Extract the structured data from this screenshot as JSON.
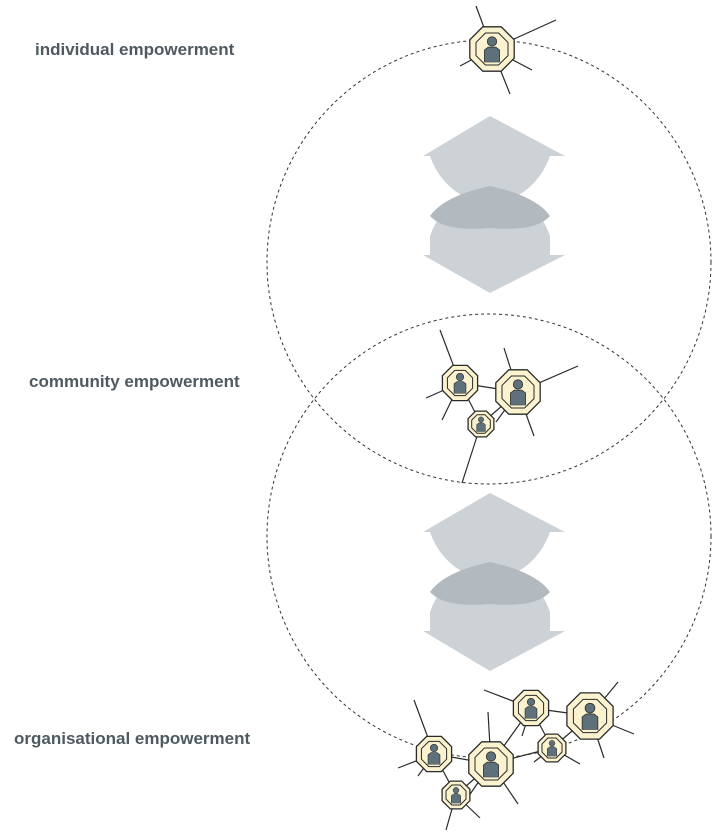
{
  "labels": {
    "individual": "individual empowerment",
    "community": "community empowerment",
    "organisational": "organisational empowerment"
  },
  "colors": {
    "label_text": "#4f5a60",
    "node_fill": "#fbf3cf",
    "node_stroke": "#2a2a2a",
    "person_fill": "#5e717a",
    "arrow_fill": "#ccd2d6",
    "arrow_overlap": "#b2babf",
    "dashed_circle": "#333333"
  },
  "icons": {
    "node": "person-octagon-icon",
    "arrow": "double-arrow-icon"
  }
}
